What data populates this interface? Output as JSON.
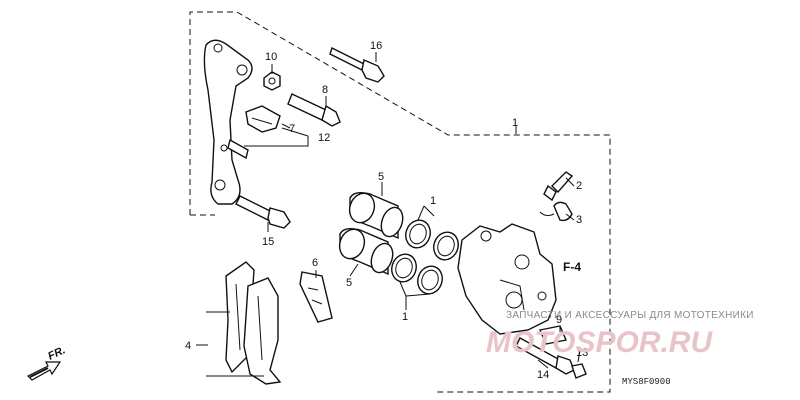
{
  "callouts": {
    "n1a": "1",
    "n1b": "1",
    "n1c": "1",
    "n2": "2",
    "n3": "3",
    "n4": "4",
    "n5a": "5",
    "n5b": "5",
    "n6": "6",
    "n7": "7",
    "n8": "8",
    "n9": "9",
    "n10": "10",
    "n12": "12",
    "n13": "13",
    "n14": "14",
    "n15": "15",
    "n16": "16"
  },
  "reference": "F-4",
  "direction": "FR.",
  "diagram_code": "MYS8F0900",
  "watermark": {
    "tagline": "ЗАПЧАСТИ И АКСЕССУАРЫ ДЛЯ МОТОТЕХНИКИ",
    "brand": "MOTOSPOR.RU"
  }
}
